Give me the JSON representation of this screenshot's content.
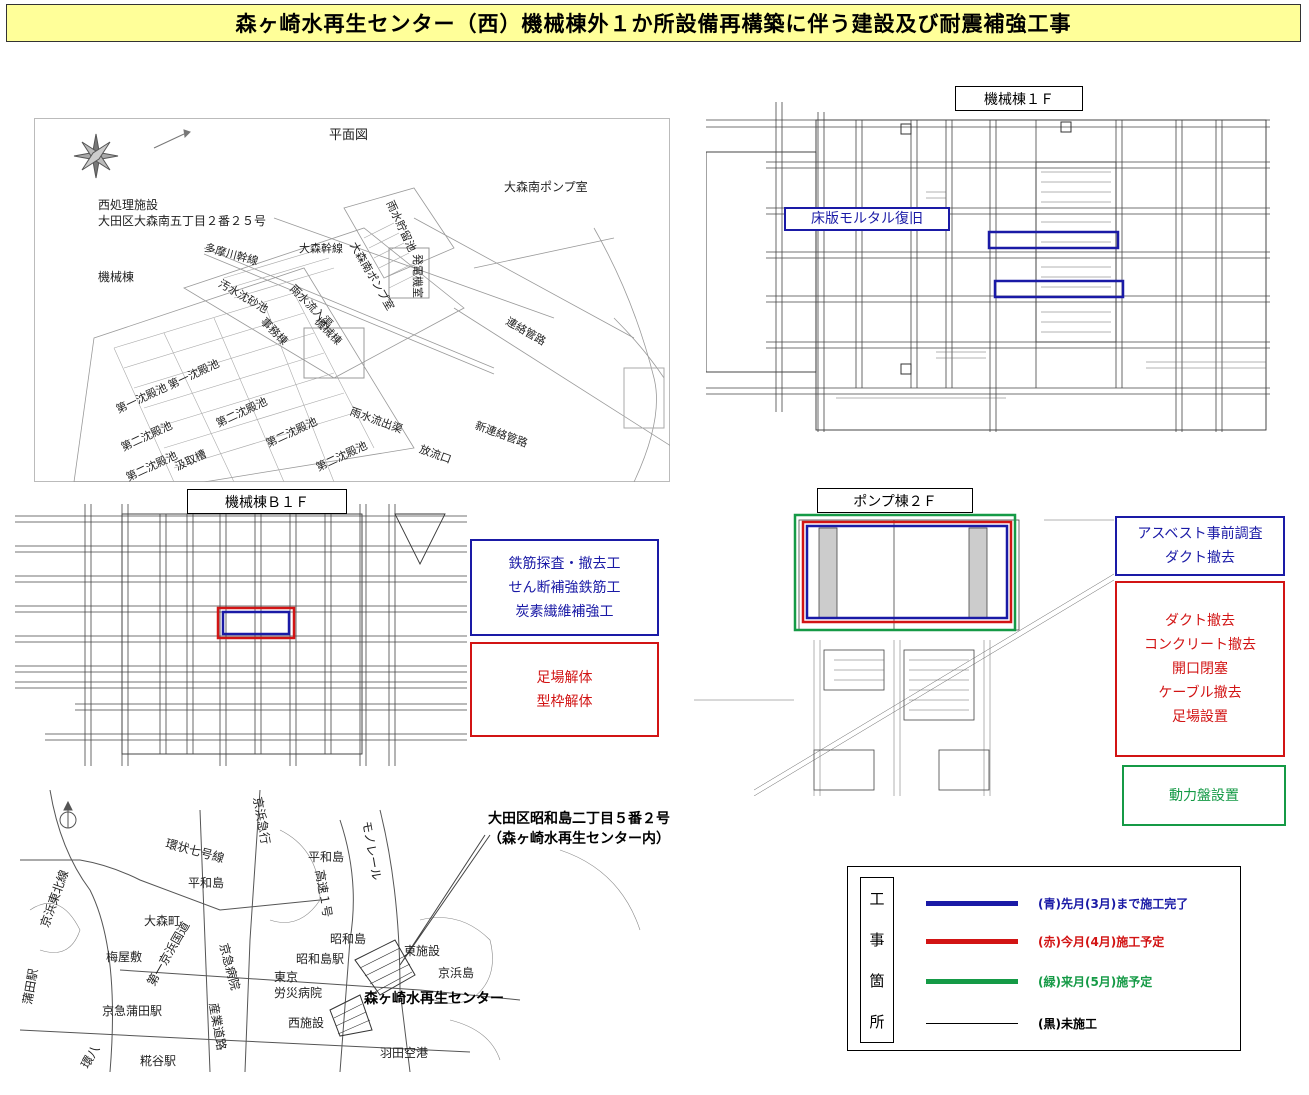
{
  "title": "森ヶ崎水再生センター（西）機械棟外１か所設備再構築に伴う建設及び耐震補強工事",
  "site_plan": {
    "title": "平面図",
    "facility_name": "西処理施設",
    "facility_address": "大田区大森南五丁目２番２５号",
    "labels": [
      "大森南ポンプ室",
      "大森幹線",
      "多摩川幹線",
      "機械棟",
      "雨水貯留池",
      "大森南ポンプ室",
      "発電機室",
      "汚水沈砂池",
      "雨水流入渠",
      "事務棟",
      "機械棟",
      "連絡管路",
      "第一沈殿池",
      "第一沈殿池",
      "第二沈殿池",
      "第二沈殿池",
      "第二沈殿池",
      "第二沈殿池",
      "汲取槽",
      "第二沈殿池",
      "雨水流出渠",
      "新連絡管路",
      "放流口"
    ]
  },
  "floor1": {
    "label": "機械棟１Ｆ",
    "note_blue": "床版モルタル復旧"
  },
  "floorB1": {
    "label": "機械棟Ｂ１Ｆ",
    "note_blue": [
      "鉄筋探査・撤去工",
      "せん断補強鉄筋工",
      "炭素繊維補強工"
    ],
    "note_red": [
      "足場解体",
      "型枠解体"
    ]
  },
  "pump2": {
    "label": "ポンプ棟２Ｆ",
    "note_blue": [
      "アスベスト事前調査",
      "ダクト撤去"
    ],
    "note_red": [
      "ダクト撤去",
      "コンクリート撤去",
      "開口閉塞",
      "ケーブル撤去",
      "足場設置"
    ],
    "note_green": [
      "動力盤設置"
    ]
  },
  "map": {
    "address_line1": "大田区昭和島二丁目５番２号",
    "address_line2": "（森ヶ崎水再生センター内）",
    "labels": [
      "京浜急行",
      "環状七号線",
      "平和島",
      "平和島",
      "モノレール",
      "高速１号",
      "大森町",
      "京浜東北線",
      "梅屋敷",
      "第一京浜国道",
      "京急病院",
      "昭和島",
      "昭和島駅",
      "東施設",
      "京浜島",
      "蒲田駅",
      "東京",
      "労災病院",
      "京急蒲田駅",
      "森ヶ崎水再生センター",
      "西施設",
      "産業道路",
      "糀谷駅",
      "環八",
      "羽田空港"
    ]
  },
  "legend": {
    "header": [
      "工",
      "事",
      "箇",
      "所"
    ],
    "rows": [
      {
        "text": "(青)先月(3月)まで施工完了",
        "color": "#1a1aa6"
      },
      {
        "text": "(赤)今月(4月)施工予定",
        "color": "#d21414"
      },
      {
        "text": "(緑)来月(5月)施予定",
        "color": "#159a46"
      },
      {
        "text": "(黒)未施工",
        "color": "#000000"
      }
    ]
  }
}
